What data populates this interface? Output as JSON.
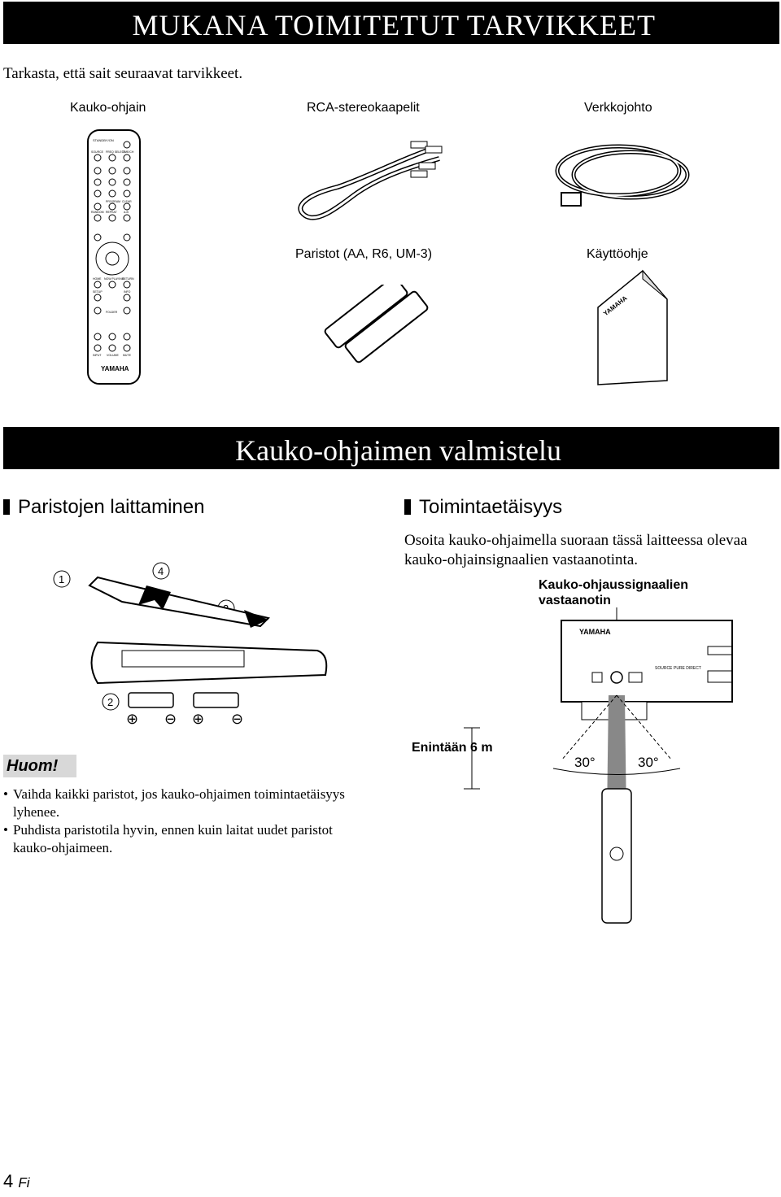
{
  "header": {
    "title": "MUKANA TOIMITETUT TARVIKKEET"
  },
  "intro": "Tarkasta, että sait seuraavat tarvikkeet.",
  "accessories": {
    "remote": "Kauko-ohjain",
    "rca": "RCA-stereokaapelit",
    "power": "Verkkojohto",
    "batteries": "Paristot (AA, R6, UM-3)",
    "manual": "Käyttöohje"
  },
  "remote_labels": {
    "standby": "STANDBY/ON",
    "row1": [
      "SOURCE",
      "FREQ SELECT",
      "TIME/CH"
    ],
    "row_prog": [
      "PROGRAM",
      "CLEAR"
    ],
    "row_mode": [
      "RANDOM",
      "REPEAT",
      "A-B"
    ],
    "nav": [
      "HOME",
      "NOW PLAYING",
      "RETURN"
    ],
    "setup": [
      "SETUP",
      "INFO"
    ],
    "folder": "FOLDER",
    "vol_row": [
      "INPUT",
      "VOLUME",
      "MUTE"
    ],
    "brand": "YAMAHA"
  },
  "manual_brand": "YAMAHA",
  "section2_title": "Kauko-ohjaimen valmistelu",
  "batteries_section": {
    "heading": "Paristojen laittaminen",
    "steps": [
      "1",
      "2",
      "3",
      "4"
    ]
  },
  "range_section": {
    "heading": "Toimintaetäisyys",
    "text": "Osoita kauko-ohjaimella suoraan tässä laitteessa olevaa kauko-ohjainsignaalien vastaanotinta.",
    "receiver_label": "Kauko-ohjaussignaalien vastaanotin",
    "device_brand": "YAMAHA",
    "device_labels": [
      "SOURCE",
      "PURE DIRECT"
    ],
    "distance": "Enintään 6 m",
    "angle_left": "30°",
    "angle_right": "30°"
  },
  "note": {
    "label": "Huom!",
    "items": [
      "Vaihda kaikki paristot, jos kauko-ohjaimen toimintaetäisyys lyhenee.",
      "Puhdista paristotila hyvin, ennen kuin laitat uudet paristot kauko-ohjaimeen."
    ]
  },
  "footer": {
    "page_number": "4",
    "lang": "Fi"
  }
}
